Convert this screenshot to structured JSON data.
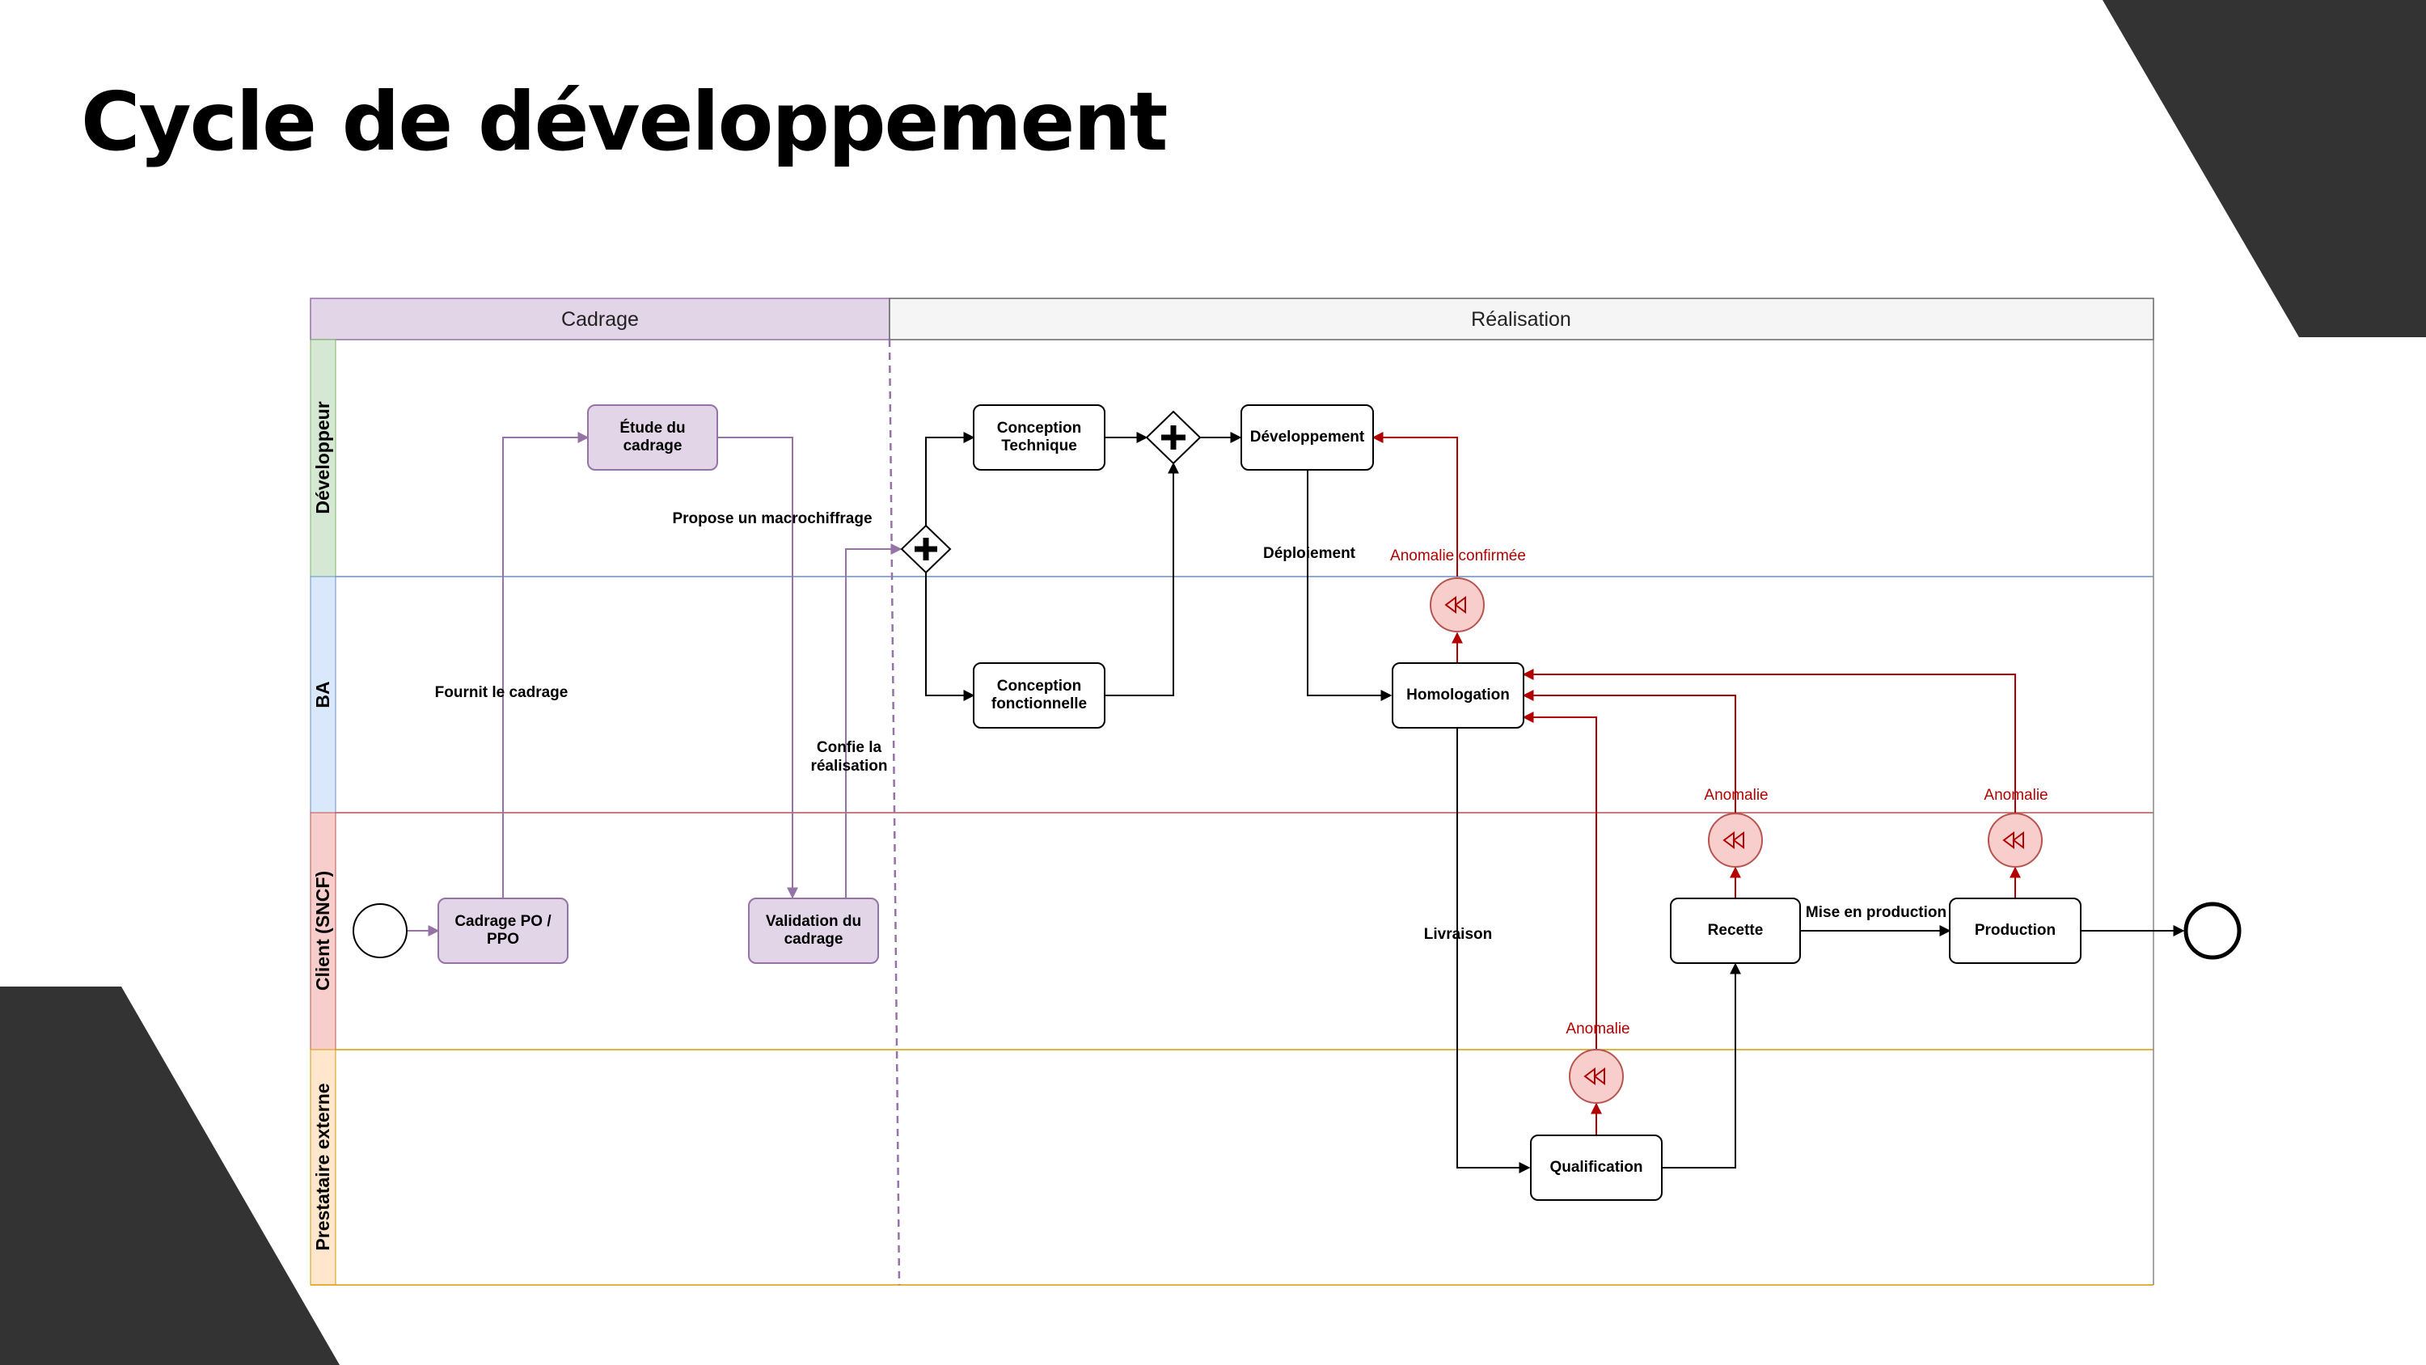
{
  "slide": {
    "title": "Cycle de développement",
    "colors": {
      "corner": "#333333",
      "red": "#b20000",
      "purple_fill": "#e1d5e7",
      "purple_stroke": "#9673a6"
    }
  },
  "diagram": {
    "phases": [
      {
        "id": "cadrage",
        "label": "Cadrage"
      },
      {
        "id": "realisation",
        "label": "Réalisation"
      }
    ],
    "lanes": [
      {
        "id": "developpeur",
        "label": "Développeur"
      },
      {
        "id": "ba",
        "label": "BA"
      },
      {
        "id": "client",
        "label": "Client (SNCF)"
      },
      {
        "id": "prestataire",
        "label": "Prestataire externe"
      }
    ],
    "tasks": {
      "etude": "Étude du cadrage",
      "cadrage_po": "Cadrage PO / PPO",
      "validation": "Validation du cadrage",
      "conception_technique": "Conception Technique",
      "conception_fonctionnelle": "Conception fonctionnelle",
      "developpement": "Développement",
      "homologation": "Homologation",
      "recette": "Recette",
      "production": "Production",
      "qualification": "Qualification"
    },
    "edge_labels": {
      "propose": "Propose un macrochiffrage",
      "fournit": "Fournit le cadrage",
      "confie": "Confie la réalisation",
      "deploiement": "Déploiement",
      "livraison": "Livraison",
      "mise_en_production": "Mise en production",
      "anomalie_confirmee": "Anomalie confirmée",
      "anomalie_recette": "Anomalie",
      "anomalie_production": "Anomalie",
      "anomalie_qualification": "Anomalie"
    }
  }
}
